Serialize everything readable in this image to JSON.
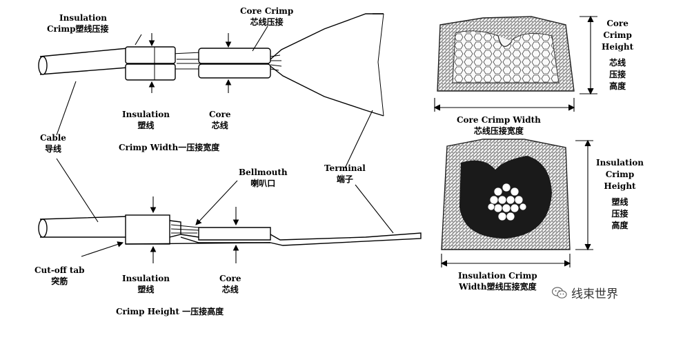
{
  "top_view": {
    "insulation_crimp": {
      "en_line1": "Insulation",
      "en_line2": "Crimp",
      "cn": "塑线压接"
    },
    "core_crimp": {
      "en": "Core Crimp",
      "cn": "芯线压接"
    },
    "insulation": {
      "en": "Insulation",
      "cn": "塑线"
    },
    "core": {
      "en": "Core",
      "cn": "芯线"
    },
    "crimp_width": {
      "en": "Crimp Width",
      "cn": "一压接宽度"
    }
  },
  "cable": {
    "en": "Cable",
    "cn": "导线"
  },
  "terminal": {
    "en": "Terminal",
    "cn": "端子"
  },
  "side_view": {
    "bellmouth": {
      "en": "Bellmouth",
      "cn": "喇叭口"
    },
    "cutoff_tab": {
      "en": "Cut-off tab",
      "cn": "突筋"
    },
    "insulation": {
      "en": "Insulation",
      "cn": "塑线"
    },
    "core": {
      "en": "Core",
      "cn": "芯线"
    },
    "crimp_height": {
      "en": "Crimp Height",
      "cn": "一压接高度"
    }
  },
  "core_section": {
    "height": {
      "en1": "Core",
      "en2": "Crimp",
      "en3": "Height",
      "cn1": "芯线",
      "cn2": "压接",
      "cn3": "高度"
    },
    "width": {
      "en": "Core Crimp Width",
      "cn": "芯线压接宽度"
    }
  },
  "insulation_section": {
    "height": {
      "en1": "Insulation",
      "en2": "Crimp",
      "en3": "Height",
      "cn1": "塑线",
      "cn2": "压接",
      "cn3": "高度"
    },
    "width": {
      "en1": "Insulation Crimp",
      "en2": "Width",
      "cn": "塑线压接宽度"
    }
  },
  "watermark": {
    "text": "线束世界"
  }
}
